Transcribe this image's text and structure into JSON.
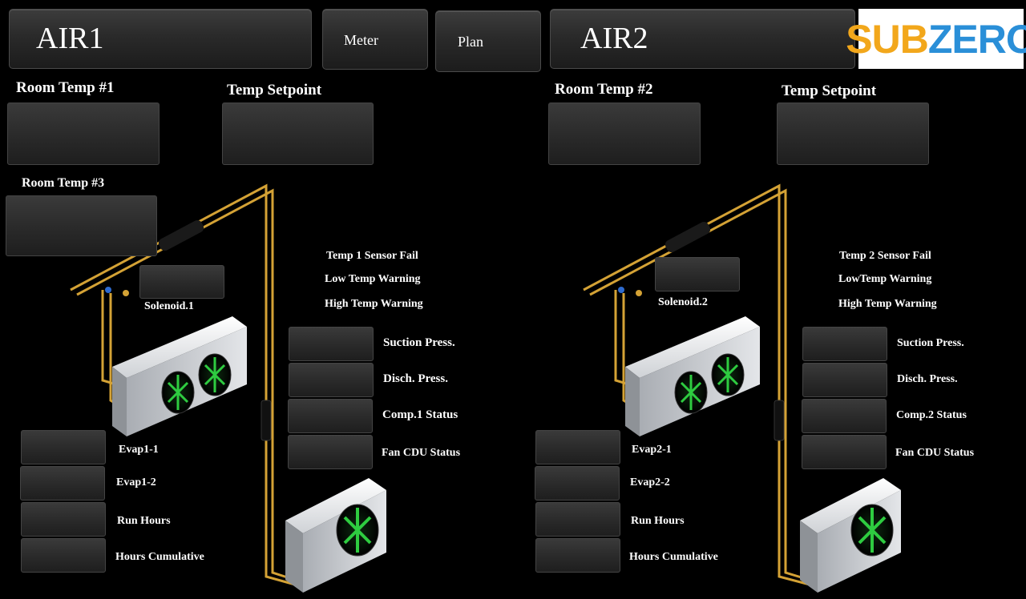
{
  "header": {
    "left_title": "AIR1",
    "right_title": "AIR2",
    "meter_label": "Meter",
    "plan_label": "Plan",
    "logo_text_1": "SUB",
    "logo_text_2": "ZERO"
  },
  "colors": {
    "pipe": "#d4a235",
    "fan": "#2ecc40",
    "logo_sub": "#f2a71b",
    "logo_zero": "#2a8fd8"
  },
  "left": {
    "room_temp_1": "Room Temp #1",
    "temp_setpoint": "Temp Setpoint",
    "room_temp_3": "Room Temp #3",
    "solenoid": "Solenoid.1",
    "alarms": [
      "Temp 1 Sensor Fail",
      "Low Temp Warning",
      "High Temp Warning"
    ],
    "status": [
      "Suction Press.",
      "Disch. Press.",
      "Comp.1 Status",
      "Fan CDU Status"
    ],
    "evap": [
      "Evap1-1",
      "Evap1-2",
      "Run Hours",
      "Hours Cumulative"
    ]
  },
  "right": {
    "room_temp_2": "Room Temp #2",
    "temp_setpoint": "Temp Setpoint",
    "solenoid": "Solenoid.2",
    "alarms": [
      "Temp 2 Sensor Fail",
      "LowTemp Warning",
      "High Temp Warning"
    ],
    "status": [
      "Suction Press.",
      "Disch. Press.",
      "Comp.2 Status",
      "Fan CDU Status"
    ],
    "evap": [
      "Evap2-1",
      "Evap2-2",
      "Run Hours",
      "Hours Cumulative"
    ]
  }
}
